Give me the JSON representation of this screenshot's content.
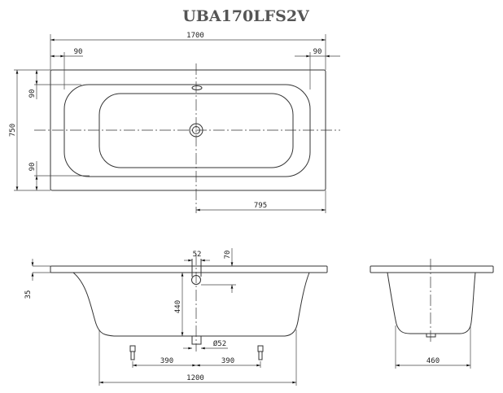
{
  "title": "UBA170LFS2V",
  "top_view": {
    "overall_length": "1700",
    "left_rim": "90",
    "right_rim": "90",
    "overall_width": "750",
    "top_rim": "90",
    "bottom_rim": "90",
    "drain_offset": "795"
  },
  "front_view": {
    "overflow_diameter": "52",
    "overflow_offset": "70",
    "rim_thickness": "35",
    "depth": "440",
    "drain_diameter": "Ø52",
    "foot_left_spacing": "390",
    "foot_right_spacing": "390",
    "bottom_length": "1200"
  },
  "side_view": {
    "bottom_width": "460"
  }
}
